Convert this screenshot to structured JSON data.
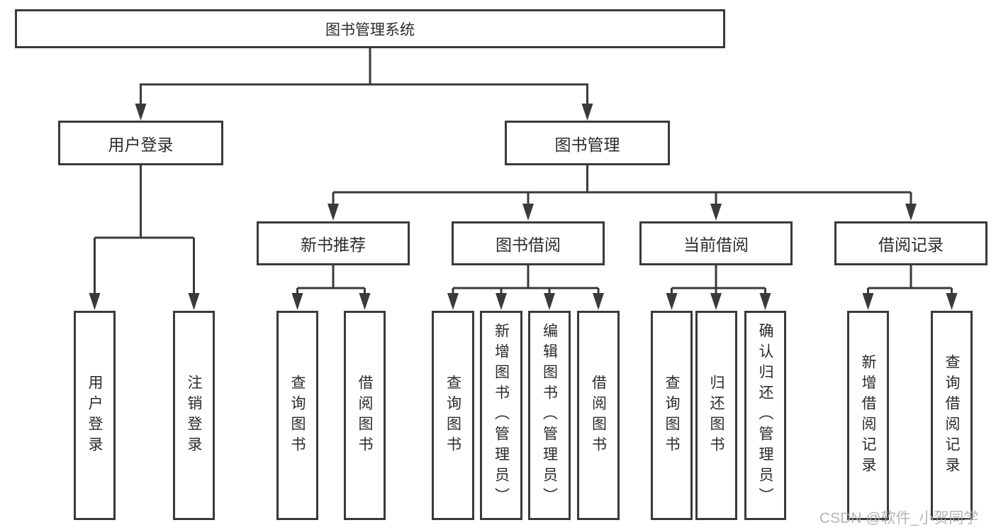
{
  "colors": {
    "line": "#3a3a3a",
    "text": "#2b2b2b",
    "box_background": "#ffffff",
    "watermark": "#a9a9a9"
  },
  "tree": {
    "label": "图书管理系统",
    "children": [
      {
        "label": "用户登录",
        "children": [
          {
            "label": "用户登录"
          },
          {
            "label": "注销登录"
          }
        ]
      },
      {
        "label": "图书管理",
        "children": [
          {
            "label": "新书推荐",
            "children": [
              {
                "label": "查询图书"
              },
              {
                "label": "借阅图书"
              }
            ]
          },
          {
            "label": "图书借阅",
            "children": [
              {
                "label": "查询图书"
              },
              {
                "label": "新增图书（管理员）"
              },
              {
                "label": "编辑图书（管理员）"
              },
              {
                "label": "借阅图书"
              }
            ]
          },
          {
            "label": "当前借阅",
            "children": [
              {
                "label": "查询图书"
              },
              {
                "label": "归还图书"
              },
              {
                "label": "确认归还（管理员）"
              }
            ]
          },
          {
            "label": "借阅记录",
            "children": [
              {
                "label": "新增借阅记录"
              },
              {
                "label": "查询借阅记录"
              }
            ]
          }
        ]
      }
    ]
  },
  "watermark": {
    "text": "CSDN @软件_小贺同学"
  }
}
